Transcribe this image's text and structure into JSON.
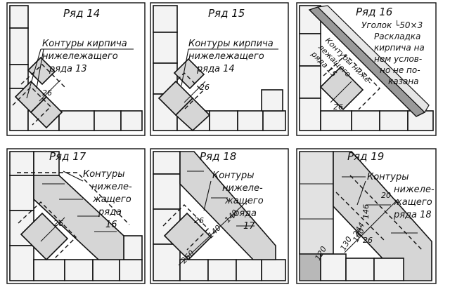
{
  "panels": [
    {
      "title": "Ряд 14",
      "note_lines": [
        "Контуры кирпича",
        "нижележащего",
        "ряда 13"
      ],
      "dim": "26"
    },
    {
      "title": "Ряд 15",
      "note_lines": [
        "Контуры кирпича",
        "нижележащего",
        "ряда 14"
      ],
      "dim": "26"
    },
    {
      "title": "Ряд 16",
      "angle_label": "Уголок └50×3",
      "layout_note_lines": [
        "Раскладка",
        "кирпича на",
        "нем услов-",
        "но не по-",
        "казана"
      ],
      "contour_note_lines": [
        "Контуры ниже-",
        "лежащего",
        "ряда 15"
      ],
      "dim": "26"
    },
    {
      "title": "Ряд 17",
      "note_lines": [
        "Контуры",
        "нижеле-",
        "жащего",
        "ряда",
        "16"
      ],
      "dim": "26"
    },
    {
      "title": "Ряд 18",
      "note_lines": [
        "Контуры",
        "нижеле-",
        "жащего",
        "ряда",
        "17"
      ],
      "dims": [
        "26",
        "250",
        "140",
        "140"
      ]
    },
    {
      "title": "Ряд 19",
      "note_lines": [
        "Контуры",
        "нижеле-",
        "жащего",
        "ряда 18"
      ],
      "dims": [
        "20",
        "146",
        "244",
        "120",
        "130",
        "140",
        "26"
      ]
    }
  ]
}
